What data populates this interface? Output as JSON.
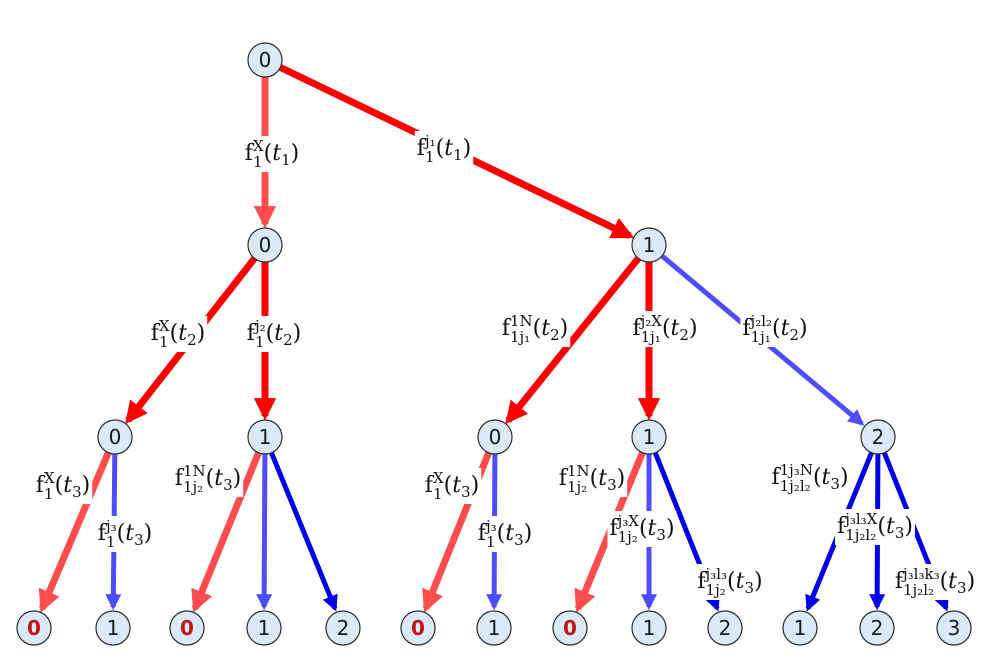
{
  "diagram": {
    "colors": {
      "red_strong": "#ff0000",
      "red_light": "#ff4d4d",
      "blue_strong": "#0000e8",
      "blue_light": "#4d4dff",
      "node_fill": "#dbeaf8",
      "absorb_text": "#c41515"
    },
    "nodes": [
      {
        "id": "r",
        "label": "0"
      },
      {
        "id": "a",
        "label": "0"
      },
      {
        "id": "b",
        "label": "1"
      },
      {
        "id": "a0",
        "label": "0"
      },
      {
        "id": "a1",
        "label": "1"
      },
      {
        "id": "b0",
        "label": "0"
      },
      {
        "id": "b1",
        "label": "1"
      },
      {
        "id": "b2",
        "label": "2"
      },
      {
        "id": "L1",
        "label": "0",
        "absorbing": true
      },
      {
        "id": "L2",
        "label": "1"
      },
      {
        "id": "L3",
        "label": "0",
        "absorbing": true
      },
      {
        "id": "L4",
        "label": "1"
      },
      {
        "id": "L5",
        "label": "2"
      },
      {
        "id": "L6",
        "label": "0",
        "absorbing": true
      },
      {
        "id": "L7",
        "label": "1"
      },
      {
        "id": "L8",
        "label": "0",
        "absorbing": true
      },
      {
        "id": "L9",
        "label": "1"
      },
      {
        "id": "L10",
        "label": "2"
      },
      {
        "id": "L11",
        "label": "1"
      },
      {
        "id": "L12",
        "label": "2"
      },
      {
        "id": "L13",
        "label": "3"
      }
    ],
    "edges": [
      {
        "from": "r",
        "to": "a",
        "color": "red_light",
        "weight": "thick",
        "label": {
          "base": "f",
          "sub": "1",
          "sup": "X",
          "arg": "t",
          "arg_sub": "1"
        }
      },
      {
        "from": "r",
        "to": "b",
        "color": "red_strong",
        "weight": "thick",
        "label": {
          "base": "f",
          "sub": "1",
          "sup": "j₁",
          "arg": "t",
          "arg_sub": "1"
        }
      },
      {
        "from": "a",
        "to": "a0",
        "color": "red_strong",
        "weight": "thick",
        "label": {
          "base": "f",
          "sub": "1",
          "sup": "X",
          "arg": "t",
          "arg_sub": "2"
        }
      },
      {
        "from": "a",
        "to": "a1",
        "color": "red_strong",
        "weight": "thick",
        "label": {
          "base": "f",
          "sub": "1",
          "sup": "j₂",
          "arg": "t",
          "arg_sub": "2"
        }
      },
      {
        "from": "b",
        "to": "b0",
        "color": "red_strong",
        "weight": "thick",
        "label": {
          "base": "f",
          "sub": "1j₁",
          "sup": "1N",
          "arg": "t",
          "arg_sub": "2"
        }
      },
      {
        "from": "b",
        "to": "b1",
        "color": "red_strong",
        "weight": "thick",
        "label": {
          "base": "f",
          "sub": "1j₁",
          "sup": "j₂X",
          "arg": "t",
          "arg_sub": "2"
        }
      },
      {
        "from": "b",
        "to": "b2",
        "color": "blue_light",
        "weight": "medium",
        "label": {
          "base": "f",
          "sub": "1j₁",
          "sup": "j₂l₂",
          "arg": "t",
          "arg_sub": "2"
        }
      },
      {
        "from": "a0",
        "to": "L1",
        "color": "red_light",
        "weight": "thick",
        "label": {
          "base": "f",
          "sub": "1",
          "sup": "X",
          "arg": "t",
          "arg_sub": "3"
        }
      },
      {
        "from": "a0",
        "to": "L2",
        "color": "blue_light",
        "weight": "medium",
        "label": {
          "base": "f",
          "sub": "1",
          "sup": "j₃",
          "arg": "t",
          "arg_sub": "3"
        }
      },
      {
        "from": "a1",
        "to": "L3",
        "color": "red_light",
        "weight": "thick",
        "label": {
          "base": "f",
          "sub": "1j₂",
          "sup": "1N",
          "arg": "t",
          "arg_sub": "3"
        }
      },
      {
        "from": "a1",
        "to": "L4",
        "color": "blue_light",
        "weight": "medium",
        "label": null
      },
      {
        "from": "a1",
        "to": "L5",
        "color": "blue_strong",
        "weight": "medium",
        "label": null
      },
      {
        "from": "b0",
        "to": "L6",
        "color": "red_light",
        "weight": "thick",
        "label": {
          "base": "f",
          "sub": "1",
          "sup": "X",
          "arg": "t",
          "arg_sub": "3"
        }
      },
      {
        "from": "b0",
        "to": "L7",
        "color": "blue_light",
        "weight": "medium",
        "label": {
          "base": "f",
          "sub": "1",
          "sup": "j₃",
          "arg": "t",
          "arg_sub": "3"
        }
      },
      {
        "from": "b1",
        "to": "L8",
        "color": "red_light",
        "weight": "thick",
        "label": {
          "base": "f",
          "sub": "1j₂",
          "sup": "1N",
          "arg": "t",
          "arg_sub": "3"
        }
      },
      {
        "from": "b1",
        "to": "L9",
        "color": "blue_light",
        "weight": "medium",
        "label": {
          "base": "f",
          "sub": "1j₂",
          "sup": "j₃X",
          "arg": "t",
          "arg_sub": "3"
        }
      },
      {
        "from": "b1",
        "to": "L10",
        "color": "blue_strong",
        "weight": "medium",
        "label": {
          "base": "f",
          "sub": "1j₂",
          "sup": "j₃l₃",
          "arg": "t",
          "arg_sub": "3"
        }
      },
      {
        "from": "b2",
        "to": "L11",
        "color": "blue_strong",
        "weight": "medium",
        "label": {
          "base": "f",
          "sub": "1j₂l₂",
          "sup": "1j₃N",
          "arg": "t",
          "arg_sub": "3"
        }
      },
      {
        "from": "b2",
        "to": "L12",
        "color": "blue_strong",
        "weight": "medium",
        "label": {
          "base": "f",
          "sub": "1j₂l₂",
          "sup": "j₃l₃X",
          "arg": "t",
          "arg_sub": "3"
        }
      },
      {
        "from": "b2",
        "to": "L13",
        "color": "blue_strong",
        "weight": "medium",
        "label": {
          "base": "f",
          "sub": "1j₂l₂",
          "sup": "j₃l₃k₃",
          "arg": "t",
          "arg_sub": "3"
        }
      }
    ]
  }
}
